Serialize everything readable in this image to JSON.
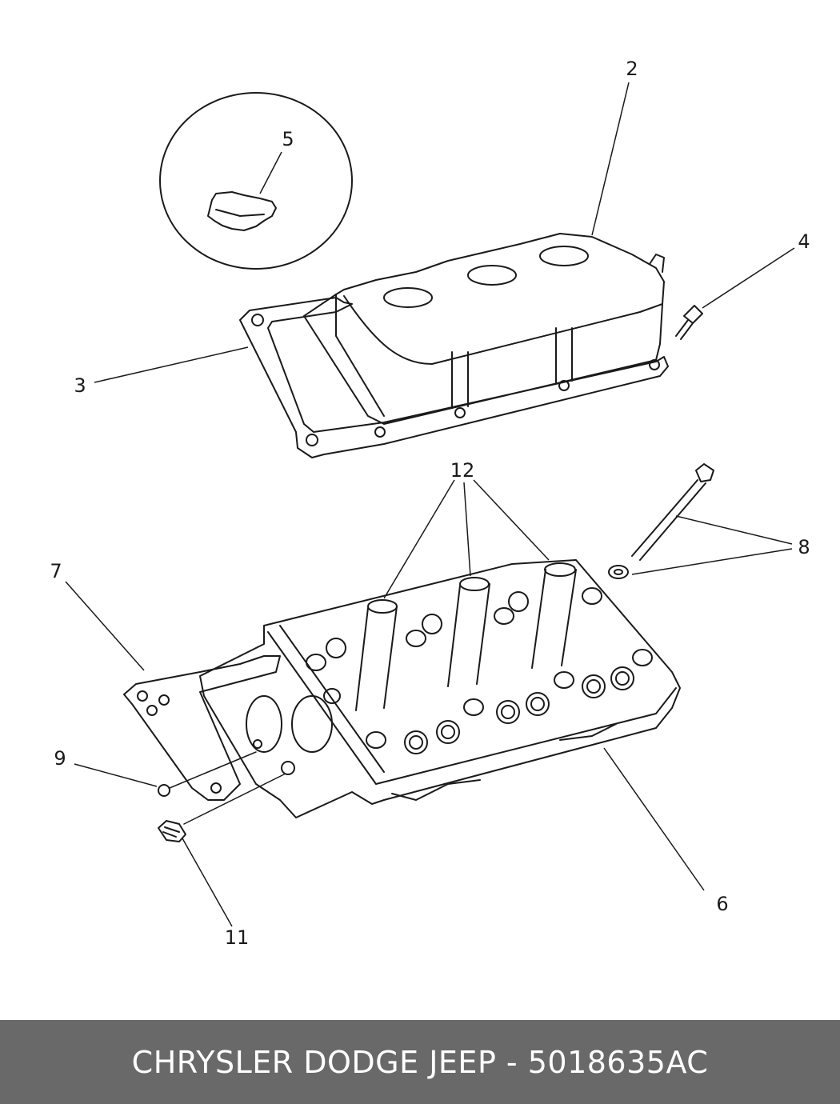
{
  "callouts": {
    "c2": "2",
    "c3": "3",
    "c4": "4",
    "c5": "5",
    "c6": "6",
    "c7": "7",
    "c8": "8",
    "c9": "9",
    "c11": "11",
    "c12": "12"
  },
  "footer": {
    "text": "CHRYSLER DODGE JEEP - 5018635AC"
  },
  "colors": {
    "footer_bg": "#696969",
    "line": "#1a1a1a"
  }
}
